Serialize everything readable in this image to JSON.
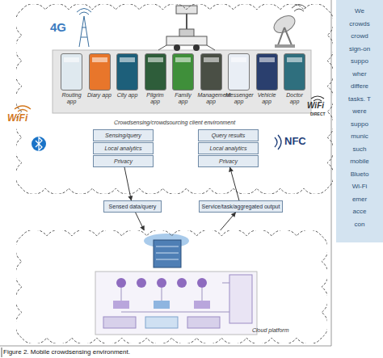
{
  "diagram": {
    "caption": "Figure 2. Mobile crowdsensing environment.",
    "nodes": [
      {
        "text": [
          "Crowdsensing/crowdsourcing client environment"
        ]
      },
      {
        "text": [
          "Routing app"
        ],
        "in": 0
      },
      {
        "text": [
          "Diary app"
        ],
        "in": 0
      },
      {
        "text": [
          "City app"
        ],
        "in": 0
      },
      {
        "text": [
          "Pilgrim app"
        ],
        "in": 0
      },
      {
        "text": [
          "Family app"
        ],
        "in": 0
      },
      {
        "text": [
          "Management app"
        ],
        "in": 0
      },
      {
        "text": [
          "Messenger app"
        ],
        "in": 0
      },
      {
        "text": [
          "Vehicle app"
        ],
        "in": 0
      },
      {
        "text": [
          "Doctor app"
        ],
        "in": 0
      },
      {
        "text": [
          "Sensing/query"
        ],
        "in": 0
      },
      {
        "text": [
          "Local analytics"
        ],
        "in": 0
      },
      {
        "text": [
          "Privacy"
        ],
        "in": 0
      },
      {
        "text": [
          "Query results"
        ],
        "in": 0
      },
      {
        "text": [
          "Local analytics"
        ],
        "in": 0
      },
      {
        "text": [
          "Privacy"
        ],
        "in": 0
      },
      {
        "text": [
          "Sensed data/query"
        ]
      },
      {
        "text": [
          "Service/task/aggregated output"
        ]
      },
      {
        "text": [
          "Cloud platform"
        ]
      }
    ],
    "edges": [
      {
        "from": 12,
        "to": 16,
        "arrow": "to"
      },
      {
        "from": 16,
        "to": 18,
        "arrow": "to"
      },
      {
        "from": 18,
        "to": 17,
        "arrow": "to"
      },
      {
        "from": 17,
        "to": 15,
        "arrow": "to"
      }
    ],
    "labels": [
      "4G",
      "WiFi",
      "WiFi",
      "DIRECT",
      "NFC",
      "We",
      "crowds",
      "crowd",
      "sign-on",
      "suppo",
      "wher",
      "differe",
      "tasks. T",
      "were",
      "suppo",
      "munic",
      "such",
      "mobile",
      "Blueto",
      "Wi-Fi",
      "emer",
      "acce",
      "con"
    ]
  }
}
